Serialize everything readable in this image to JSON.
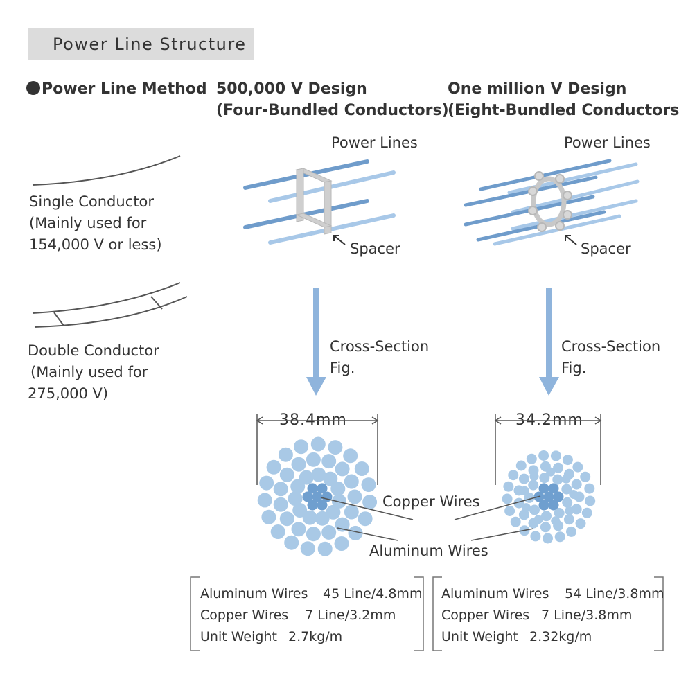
{
  "title": "Power Line Structure",
  "method": {
    "heading": "Power Line Method",
    "single": [
      "Single Conductor",
      "(Mainly used for",
      "154,000 V or less)"
    ],
    "double": [
      "Double Conductor",
      "(Mainly used for",
      "275,000 V)"
    ]
  },
  "designs": [
    {
      "title": [
        "500,000 V Design",
        "(Four-Bundled Conductors)"
      ],
      "power_lines": "Power Lines",
      "spacer": "Spacer",
      "cross_section": [
        "Cross-Section",
        "Fig."
      ],
      "diameter": "38.4mm",
      "specs": [
        {
          "label": "Aluminum Wires",
          "value": "45 Line/4.8mm"
        },
        {
          "label": "Copper Wires",
          "value": "7 Line/3.2mm"
        },
        {
          "label": "Unit Weight",
          "value": "2.7kg/m"
        }
      ]
    },
    {
      "title": [
        "One million V Design",
        "(Eight-Bundled Conductors)"
      ],
      "power_lines": "Power Lines",
      "spacer": "Spacer",
      "cross_section": [
        "Cross-Section",
        "Fig."
      ],
      "diameter": "34.2mm",
      "specs": [
        {
          "label": "Aluminum Wires",
          "value": "54 Line/3.8mm"
        },
        {
          "label": "Copper Wires",
          "value": "7 Line/3.8mm"
        },
        {
          "label": "Unit Weight",
          "value": "2.32kg/m"
        }
      ]
    }
  ],
  "labels": {
    "copper": "Copper Wires",
    "aluminum": "Aluminum Wires"
  },
  "colors": {
    "line_dark": "#6f9ccb",
    "line_light": "#a8c8e8",
    "wire_aluminum": "#a9c9e6",
    "wire_copper": "#6f9fcf",
    "arrow": "#8fb4dc",
    "spacer": "#c8c8c8"
  }
}
